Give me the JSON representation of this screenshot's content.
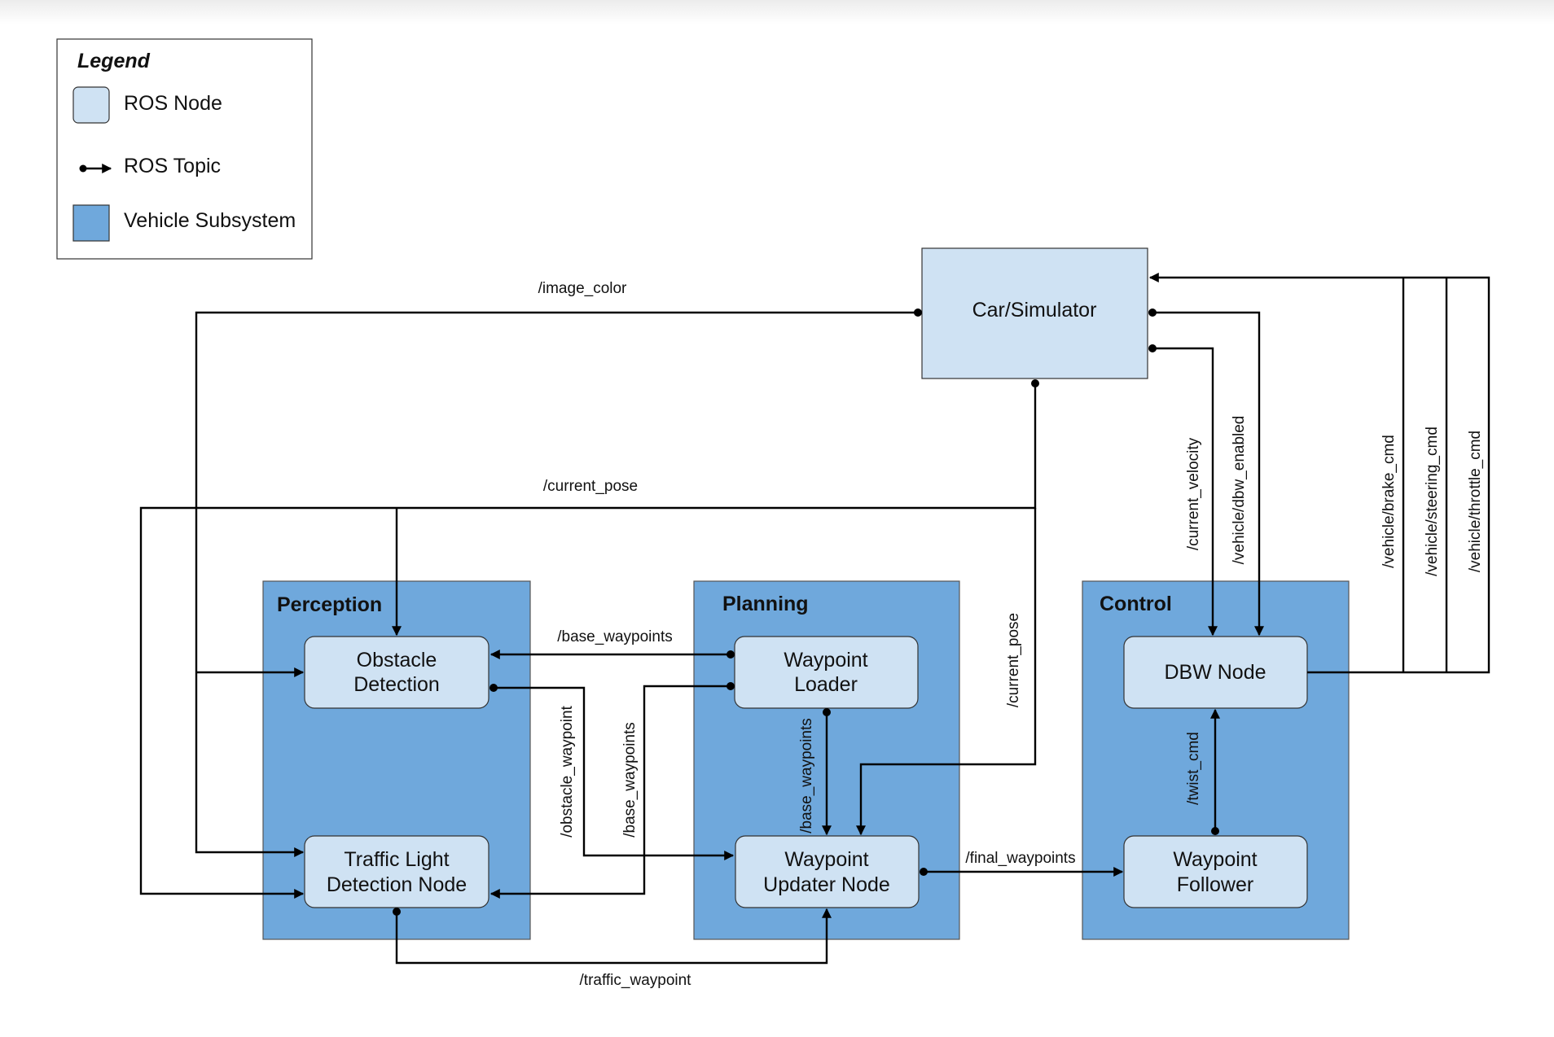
{
  "legend": {
    "title": "Legend",
    "items": [
      {
        "label": "ROS Node",
        "kind": "node",
        "color": "#cfe2f3"
      },
      {
        "label": "ROS Topic",
        "kind": "topic"
      },
      {
        "label": "Vehicle Subsystem",
        "kind": "subsystem",
        "color": "#6fa8dc"
      }
    ]
  },
  "colors": {
    "node": "#cfe2f3",
    "subsystem": "#6fa8dc",
    "edge": "#000000"
  },
  "simulator": {
    "label": "Car/Simulator"
  },
  "groups": {
    "perception": {
      "label": "Perception"
    },
    "planning": {
      "label": "Planning"
    },
    "control": {
      "label": "Control"
    }
  },
  "nodes": {
    "obstacle_detection": {
      "lines": [
        "Obstacle",
        "Detection"
      ]
    },
    "traffic_light_detection": {
      "lines": [
        "Traffic Light",
        "Detection Node"
      ]
    },
    "waypoint_loader": {
      "lines": [
        "Waypoint",
        "Loader"
      ]
    },
    "waypoint_updater": {
      "lines": [
        "Waypoint",
        "Updater Node"
      ]
    },
    "dbw_node": {
      "lines": [
        "DBW Node"
      ]
    },
    "waypoint_follower": {
      "lines": [
        "Waypoint",
        "Follower"
      ]
    }
  },
  "topics": {
    "image_color": "/image_color",
    "current_pose_top": "/current_pose",
    "current_pose_vertical": "/current_pose",
    "current_velocity": "/current_velocity",
    "dbw_enabled": "/vehicle/dbw_enabled",
    "brake_cmd": "/vehicle/brake_cmd",
    "steering_cmd": "/vehicle/steering_cmd",
    "throttle_cmd": "/vehicle/throttle_cmd",
    "base_waypoints_h": "/base_waypoints",
    "obstacle_waypoint": "/obstacle_waypoint",
    "base_waypoints_v": "/base_waypoints",
    "base_waypoints_planning": "/base_waypoints",
    "final_waypoints": "/final_waypoints",
    "twist_cmd": "/twist_cmd",
    "traffic_waypoint": "/traffic_waypoint"
  }
}
